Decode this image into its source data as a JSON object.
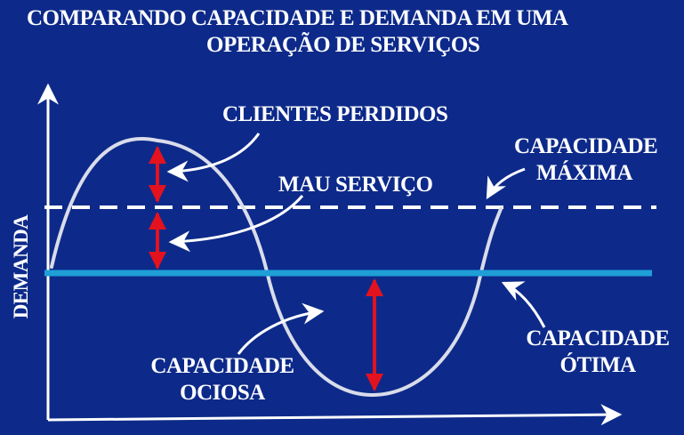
{
  "title": {
    "line1": "COMPARANDO CAPACIDADE E DEMANDA EM UMA",
    "line2": "OPERAÇÃO DE SERVIÇOS"
  },
  "y_axis_label": "DEMANDA",
  "labels": {
    "lost_customers": "CLIENTES PERDIDOS",
    "bad_service": "MAU SERVIÇO",
    "max_capacity": [
      "CAPACIDADE",
      "MÁXIMA"
    ],
    "optimal_capacity": [
      "CAPACIDADE",
      "ÓTIMA"
    ],
    "idle_capacity": [
      "CAPACIDADE",
      "OCIOSA"
    ]
  },
  "colors": {
    "background": "#0d2a8a",
    "demand_curve": "#d9dcea",
    "optimal_line": "#1f9fd6",
    "max_line": "#ffffff",
    "gap_arrows": "#e3121e",
    "axes": "#ffffff"
  },
  "icons": [
    "curved-pointer-arrow",
    "double-headed-arrow",
    "axis-arrow"
  ]
}
